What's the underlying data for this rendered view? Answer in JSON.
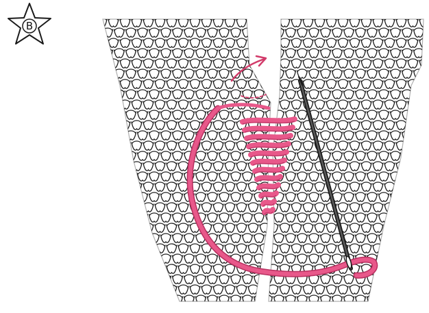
{
  "badge": {
    "letter": "B",
    "icon": "star-icon"
  },
  "colors": {
    "yarn": "#e8588a",
    "yarn_dark": "#b83060",
    "ink": "#1a1a1a",
    "needle": "#2b2b2b",
    "paper": "#ffffff"
  },
  "icons": [
    "star-icon",
    "knit-fabric-left",
    "knit-fabric-right",
    "tapestry-needle",
    "arrow-icon"
  ]
}
